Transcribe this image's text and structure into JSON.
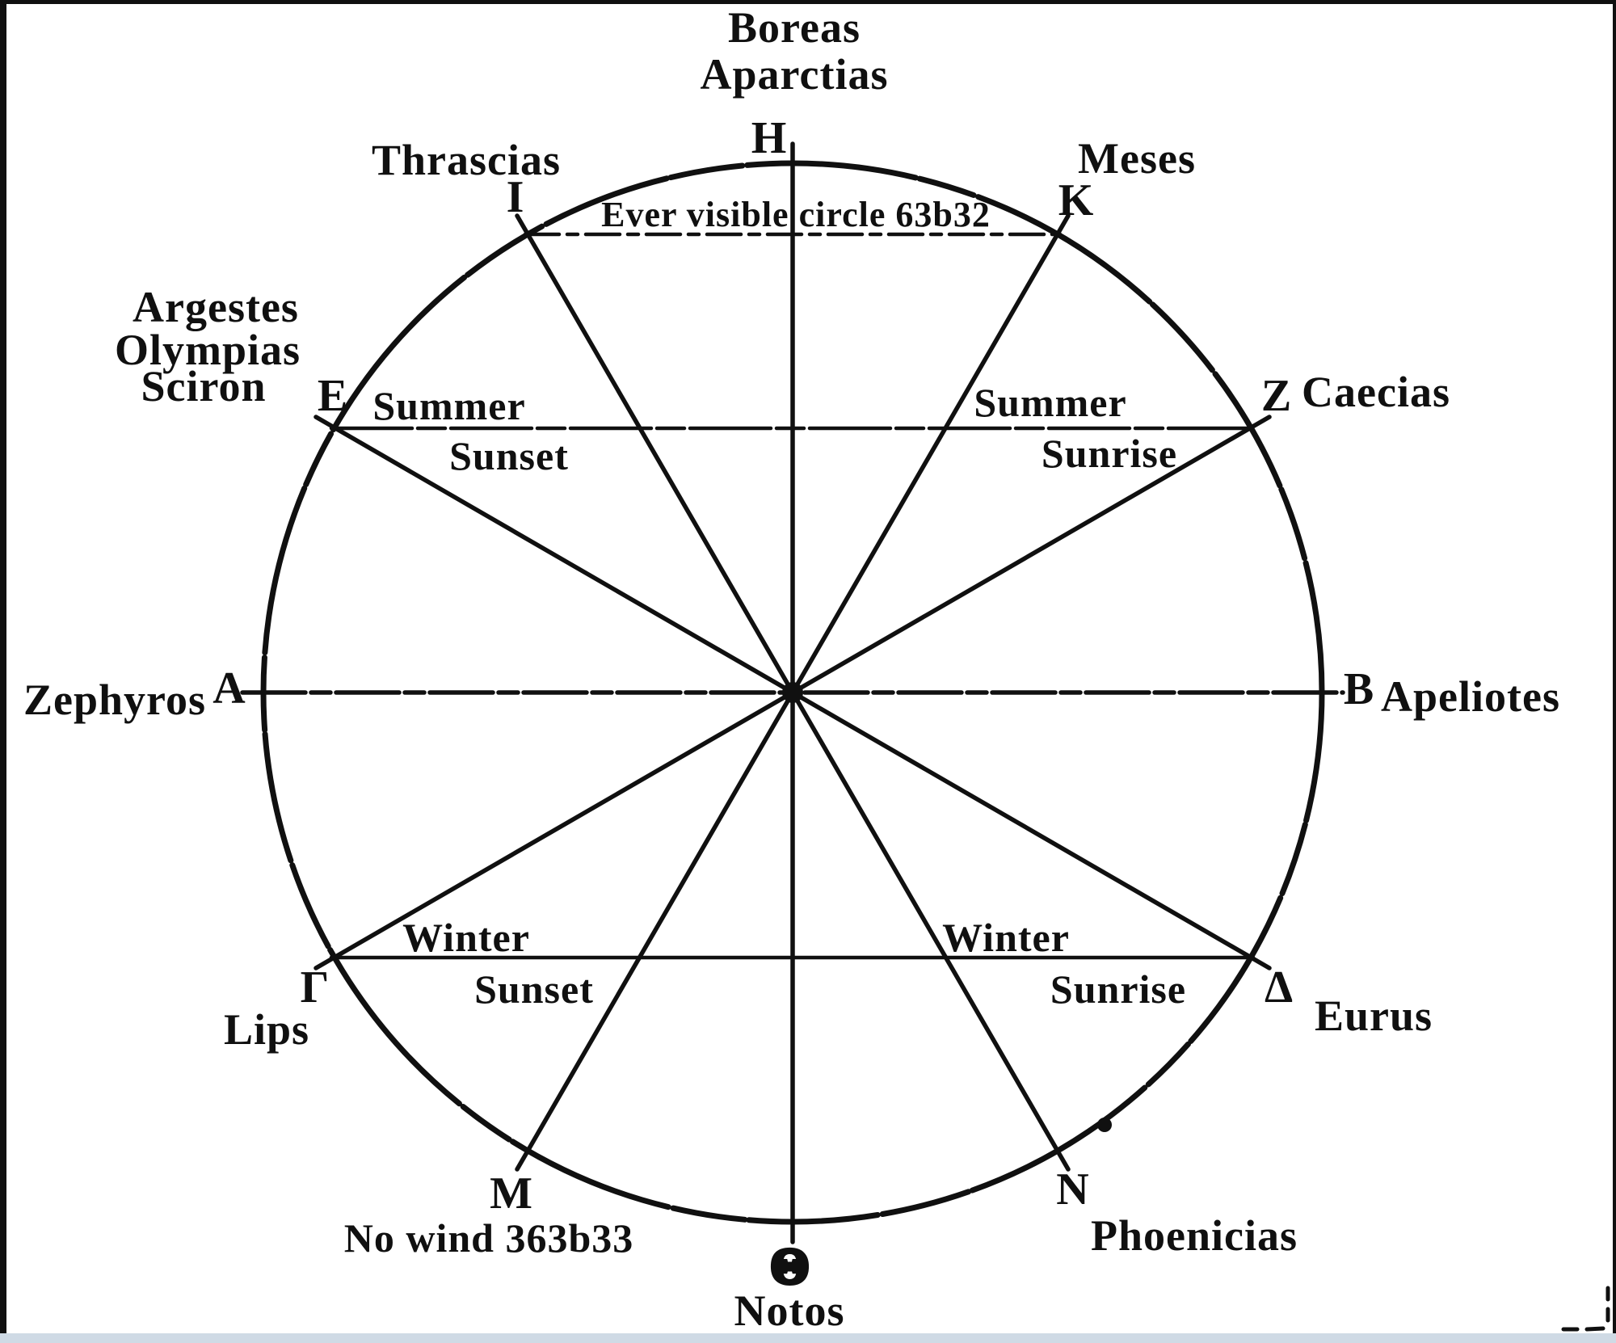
{
  "figure": {
    "description_visible_text_only": "wind rose diagram",
    "colors": {
      "ink": "#101010",
      "paper": "#ffffff",
      "bottom_strip": "#cfdae5"
    },
    "winds": {
      "boreas": "Boreas",
      "aparctias": "Aparctias",
      "thrascias": "Thrascias",
      "meses": "Meses",
      "argestes": "Argestes",
      "olympias": "Olympias",
      "sciron": "Sciron",
      "caecias": "Caecias",
      "zephyros": "Zephyros",
      "apeliotes": "Apeliotes",
      "lips": "Lips",
      "eurus": "Eurus",
      "phoenicias": "Phoenicias",
      "notos": "Notos"
    },
    "letters": {
      "H": "H",
      "I": "I",
      "K": "K",
      "E": "E",
      "Z": "Z",
      "A": "A",
      "B": "B",
      "gamma": "Γ",
      "delta": "Δ",
      "M": "M",
      "N": "N",
      "theta": "Θ"
    },
    "annotations": {
      "ever_visible_circle": "Ever visible circle 63b32",
      "summer_sunset": {
        "line1": "Summer",
        "line2": "Sunset"
      },
      "summer_sunrise": {
        "line1": "Summer",
        "line2": "Sunrise"
      },
      "winter_sunset": {
        "line1": "Winter",
        "line2": "Sunset"
      },
      "winter_sunrise": {
        "line1": "Winter",
        "line2": "Sunrise"
      },
      "no_wind": "No wind 363b33"
    }
  }
}
